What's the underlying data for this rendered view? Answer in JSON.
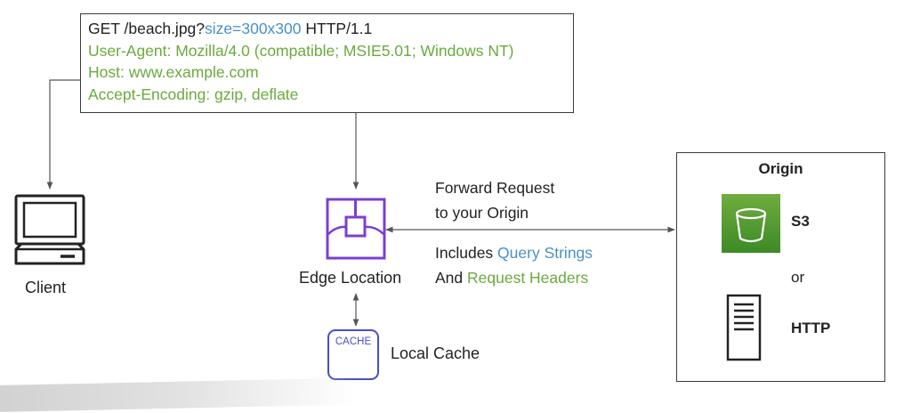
{
  "request": {
    "line1_prefix": "GET /beach.jpg?",
    "line1_query": "size=300x300",
    "line1_suffix": " HTTP/1.1",
    "user_agent": "User-Agent: Mozilla/4.0 (compatible; MSIE5.01; Windows NT)",
    "host": "Host: www.example.com",
    "accept_encoding": "Accept-Encoding: gzip, deflate"
  },
  "client": {
    "label": "Client"
  },
  "edge": {
    "label": "Edge Location"
  },
  "forward": {
    "line1": "Forward Request",
    "line2": "to your Origin",
    "includes_prefix": "Includes ",
    "query_strings": "Query Strings",
    "and_prefix": "And ",
    "request_headers": "Request Headers"
  },
  "cache": {
    "icon_text": "CACHE",
    "label": "Local Cache"
  },
  "origin": {
    "title": "Origin",
    "s3_label": "S3",
    "or_text": "or",
    "http_label": "HTTP"
  },
  "colors": {
    "header_green": "#6aaa3e",
    "query_blue": "#4a90c8",
    "edge_purple": "#7b3fd0",
    "cache_indigo": "#4a4fc2",
    "s3_green": "#4f9a32"
  }
}
